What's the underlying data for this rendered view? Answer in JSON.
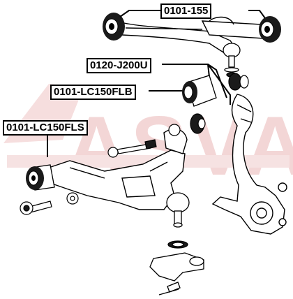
{
  "labels": {
    "upper_arm": "0101-155",
    "ball_joint": "0120-J200U",
    "upper_bushing": "0101-LC150FLB",
    "lower_bushing": "0101-LC150FLS"
  },
  "watermark": {
    "text": "ASVA",
    "color": "#f1cfcf"
  },
  "colors": {
    "line": "#000000",
    "part_fill": "#ffffff",
    "bushing_dark": "#1a1a1a"
  }
}
